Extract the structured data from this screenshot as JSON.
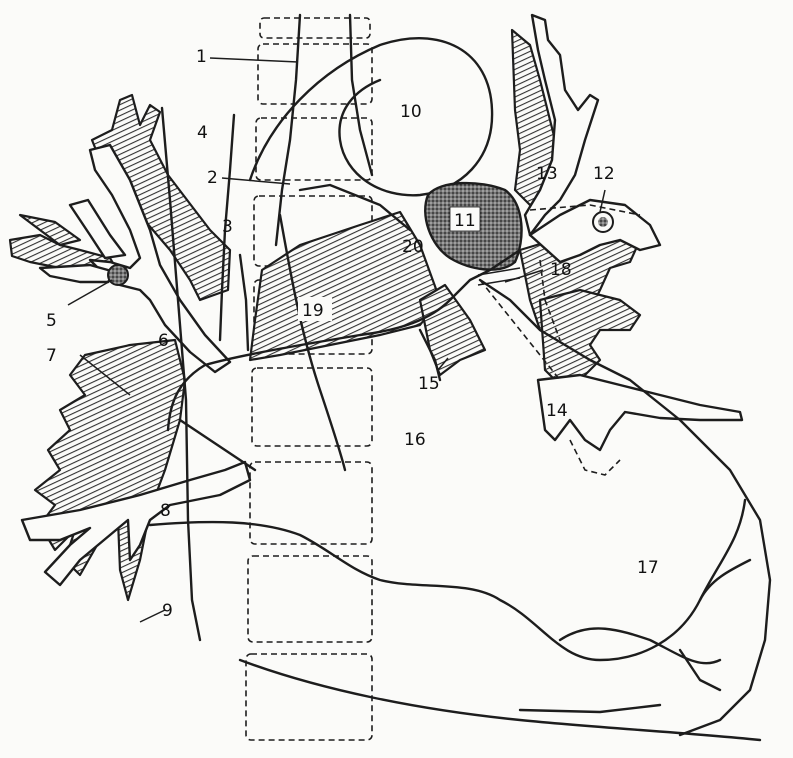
{
  "labels": {
    "l1": "1",
    "l2": "2",
    "l3": "3",
    "l4": "4",
    "l5": "5",
    "l6": "6",
    "l7": "7",
    "l8": "8",
    "l9": "9",
    "l10": "10",
    "l11": "11",
    "l12": "12",
    "l13": "13",
    "l14": "14",
    "l15": "15",
    "l16": "16",
    "l17": "17",
    "l18": "18",
    "l19": "19",
    "l20": "20"
  },
  "colors": {
    "ink": "#1d1d1d",
    "paper": "#fbfbf9",
    "node_fill": "#555555"
  }
}
